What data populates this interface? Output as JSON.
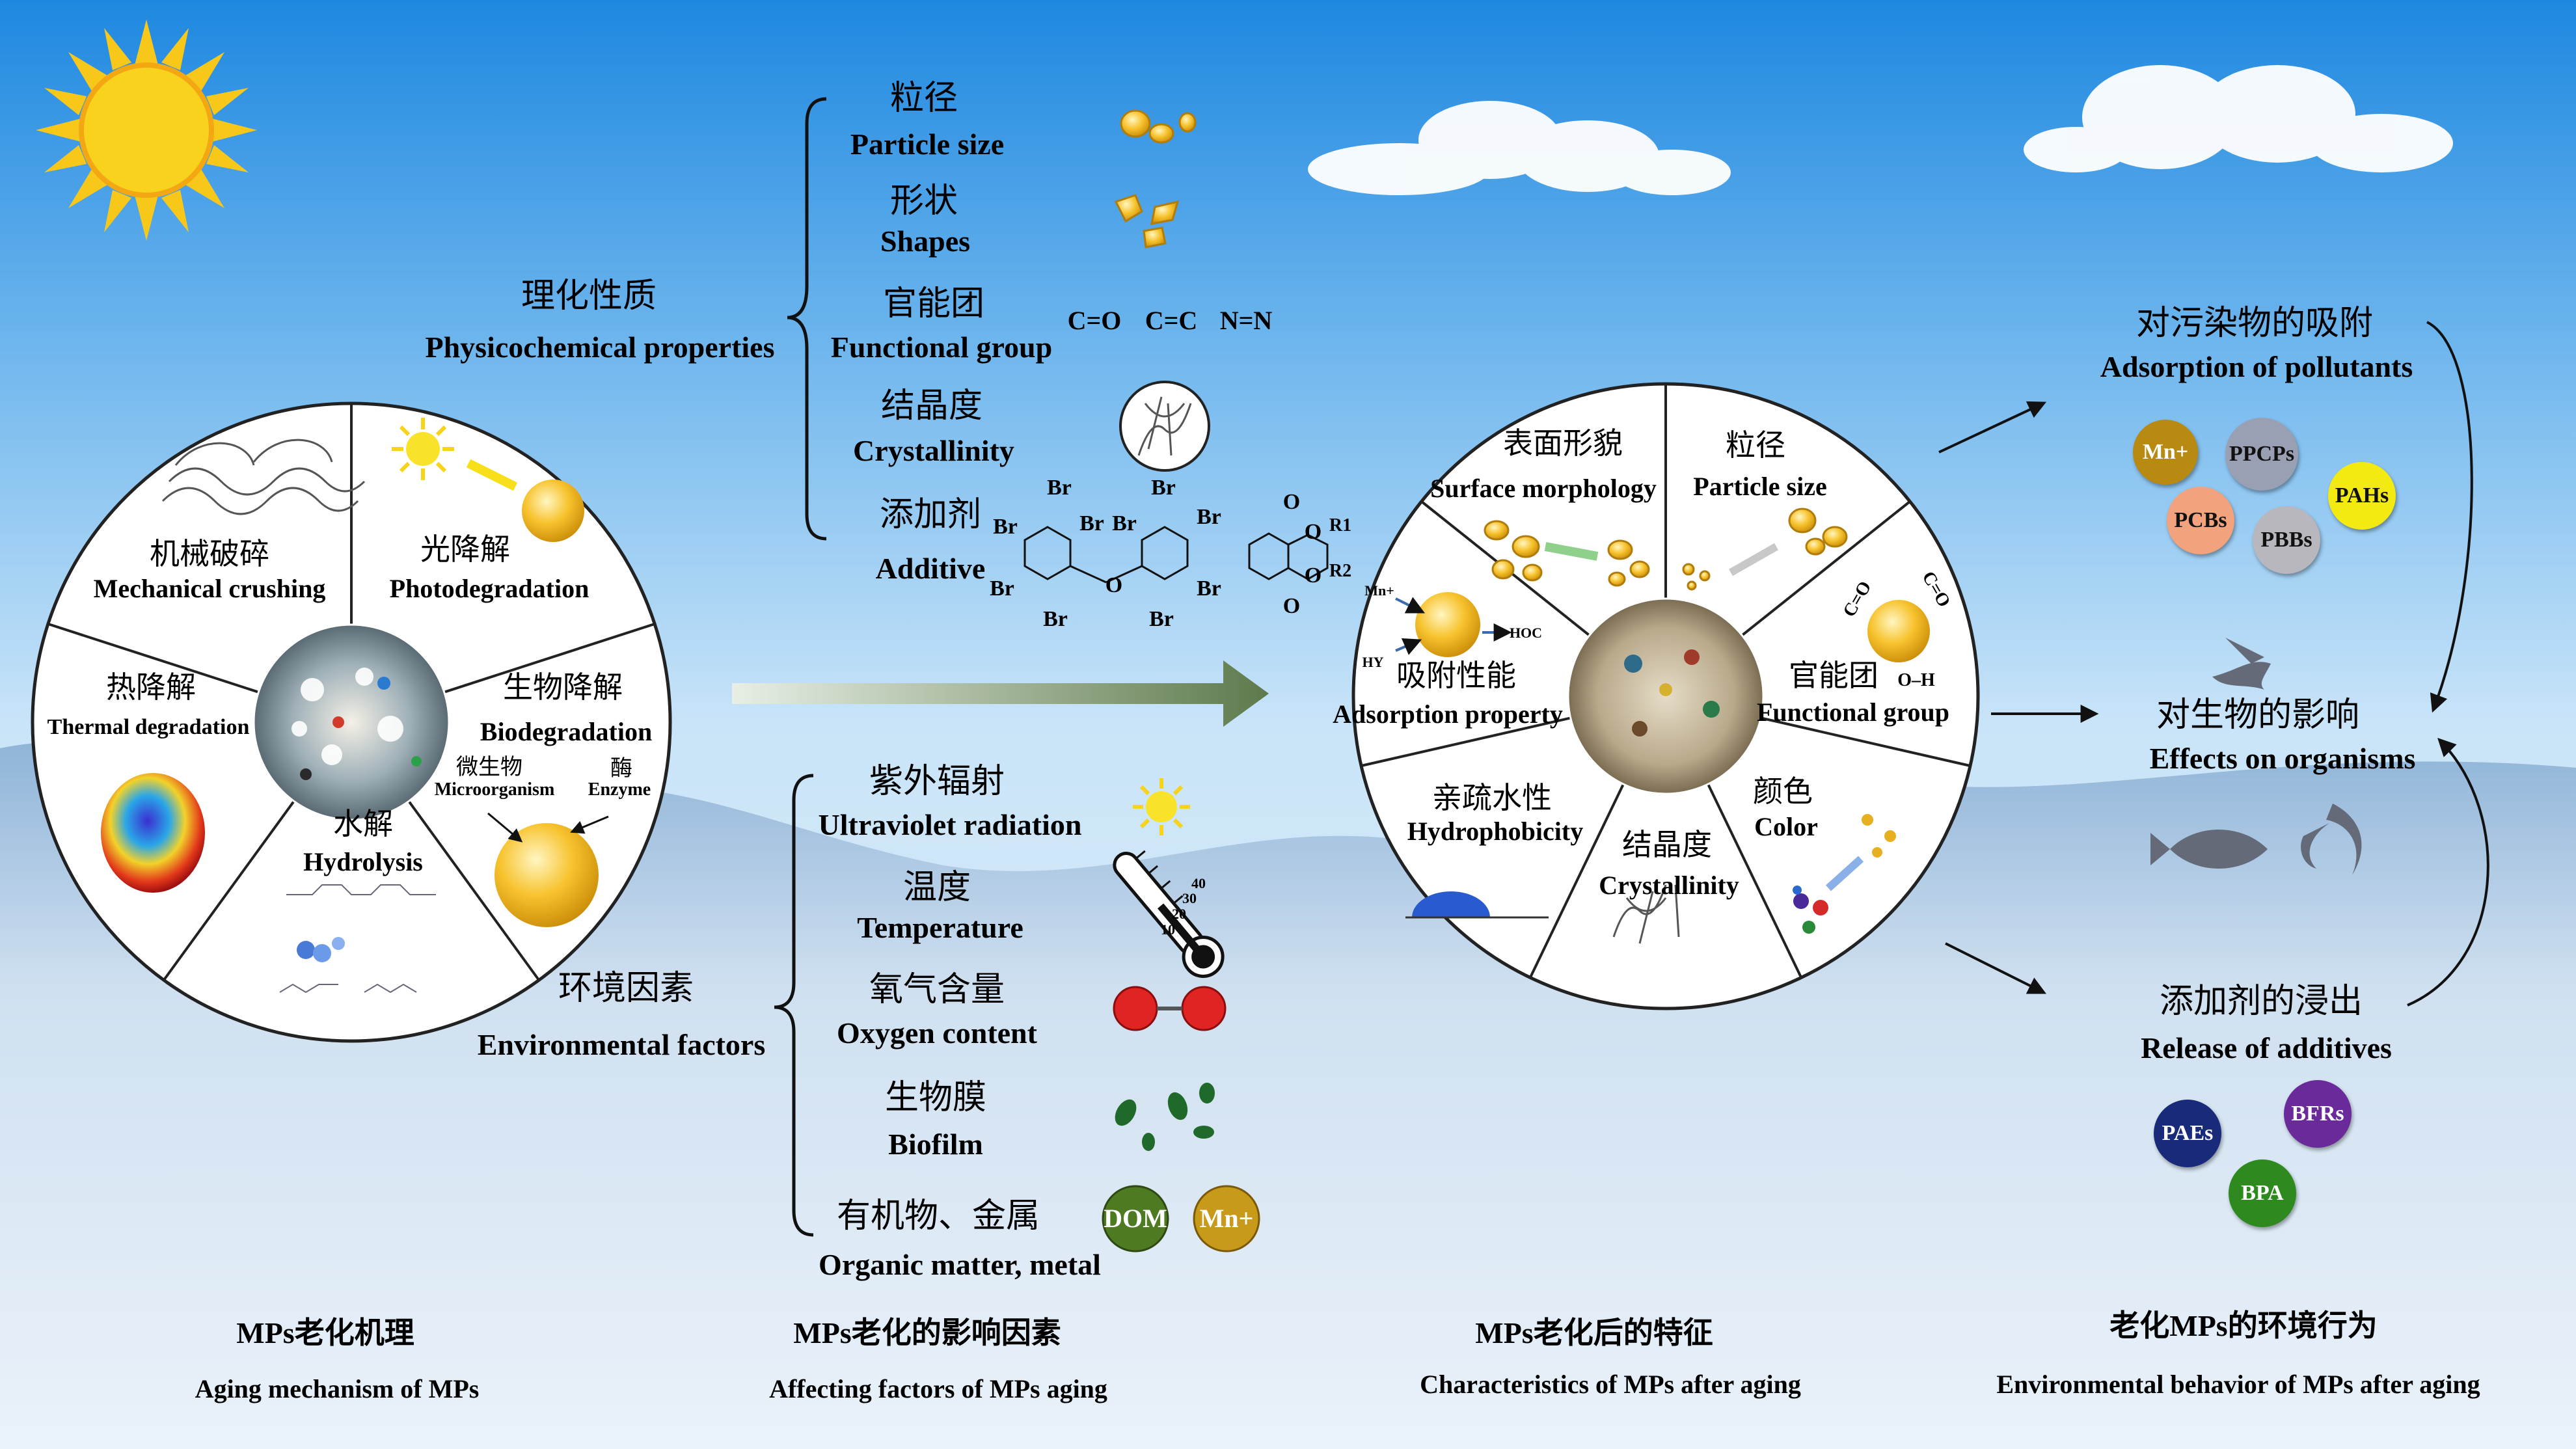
{
  "physchem": {
    "title_cn": "理化性质",
    "title_en": "Physicochemical properties",
    "items": [
      {
        "cn": "粒径",
        "en": "Particle size"
      },
      {
        "cn": "形状",
        "en": "Shapes"
      },
      {
        "cn": "官能团",
        "en": "Functional group"
      },
      {
        "cn": "结晶度",
        "en": "Crystallinity"
      },
      {
        "cn": "添加剂",
        "en": "Additive"
      }
    ],
    "functional_groups": [
      "C=O",
      "C=C",
      "N=N"
    ],
    "additive_structure": {
      "br": "Br",
      "o": "O",
      "r1": "R1",
      "r2": "R2"
    }
  },
  "env": {
    "title_cn": "环境因素",
    "title_en": "Environmental factors",
    "items": [
      {
        "cn": "紫外辐射",
        "en": "Ultraviolet radiation"
      },
      {
        "cn": "温度",
        "en": "Temperature"
      },
      {
        "cn": "氧气含量",
        "en": "Oxygen content"
      },
      {
        "cn": "生物膜",
        "en": "Biofilm"
      },
      {
        "cn": "有机物、金属",
        "en": "Organic matter, metal"
      }
    ],
    "dom": "DOM",
    "metal": "Mn+",
    "thermo_ticks": [
      "40",
      "30",
      "20",
      "10"
    ]
  },
  "mechanism": {
    "sectors": [
      {
        "cn": "机械破碎",
        "en": "Mechanical crushing"
      },
      {
        "cn": "光降解",
        "en": "Photodegradation"
      },
      {
        "cn": "生物降解",
        "en": "Biodegradation"
      },
      {
        "cn": "水解",
        "en": "Hydrolysis"
      },
      {
        "cn": "热降解",
        "en": "Thermal degradation"
      }
    ],
    "microorganism_cn": "微生物",
    "microorganism_en": "Microorganism",
    "enzyme_cn": "酶",
    "enzyme_en": "Enzyme"
  },
  "characteristics": {
    "sectors": [
      {
        "cn": "表面形貌",
        "en": "Surface morphology"
      },
      {
        "cn": "粒径",
        "en": "Particle size"
      },
      {
        "cn": "官能团",
        "en": "Functional group"
      },
      {
        "cn": "颜色",
        "en": "Color"
      },
      {
        "cn": "结晶度",
        "en": "Crystallinity"
      },
      {
        "cn": "亲疏水性",
        "en": "Hydrophobicity"
      },
      {
        "cn": "吸附性能",
        "en": "Adsorption property"
      }
    ],
    "adsorption_labels": {
      "m": "Mn+",
      "hy": "HY",
      "hoc": "HOC"
    },
    "fg_labels": {
      "co1": "C=O",
      "co2": "C=O",
      "oh": "O–H"
    }
  },
  "behavior": {
    "adsorption_cn": "对污染物的吸附",
    "adsorption_en": "Adsorption of pollutants",
    "effects_cn": "对生物的影响",
    "effects_en": "Effects on organisms",
    "release_cn": "添加剂的浸出",
    "release_en": "Release of additives",
    "pollutants": [
      {
        "label": "Mn+",
        "color": "#b88a12"
      },
      {
        "label": "PPCPs",
        "color": "#9aa0b4"
      },
      {
        "label": "PAHs",
        "color": "#f3ea12"
      },
      {
        "label": "PCBs",
        "color": "#f2a27c"
      },
      {
        "label": "PBBs",
        "color": "#b7b7bd"
      }
    ],
    "additives": [
      {
        "label": "PAEs",
        "color": "#1a2a7a"
      },
      {
        "label": "BFRs",
        "color": "#6a2a9a"
      },
      {
        "label": "BPA",
        "color": "#2e8a1e"
      }
    ]
  },
  "footer": [
    {
      "cn": "MPs老化机理",
      "en": "Aging mechanism of MPs"
    },
    {
      "cn": "MPs老化的影响因素",
      "en": "Affecting factors of MPs aging"
    },
    {
      "cn": "MPs老化后的特征",
      "en": "Characteristics of MPs after aging"
    },
    {
      "cn": "老化MPs的环境行为",
      "en": "Environmental behavior of MPs after aging"
    }
  ],
  "colors": {
    "sky_top": "#1c86de",
    "sky_mid": "#9fd0f4",
    "wave": "#8fb3d6",
    "sun": "#f7c81a",
    "particle": "#f2b632"
  }
}
